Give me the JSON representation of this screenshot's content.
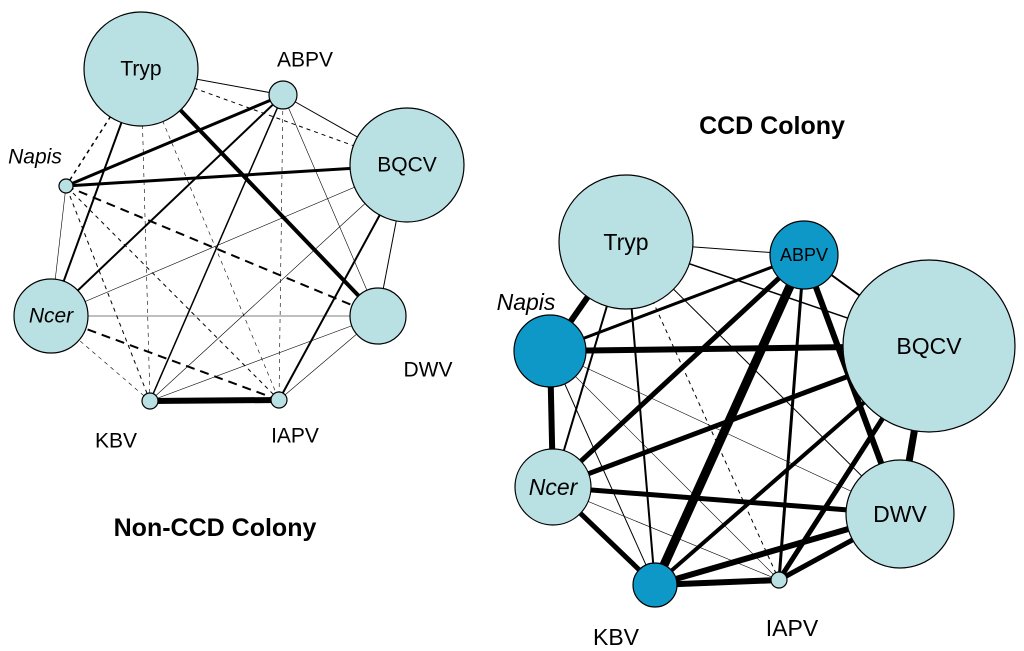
{
  "colors": {
    "light_node": "#b9e0e3",
    "dark_node": "#0e98c8",
    "edge": "#000000"
  },
  "networks": [
    {
      "id": "non-ccd",
      "title": "Non-CCD Colony",
      "nodes": [
        {
          "id": "Tryp",
          "label": "Tryp",
          "italic": false,
          "label_inside": true,
          "fill": "light"
        },
        {
          "id": "ABPV",
          "label": "ABPV",
          "italic": false,
          "label_inside": false,
          "fill": "light"
        },
        {
          "id": "BQCV",
          "label": "BQCV",
          "italic": false,
          "label_inside": true,
          "fill": "light"
        },
        {
          "id": "DWV",
          "label": "DWV",
          "italic": false,
          "label_inside": false,
          "fill": "light"
        },
        {
          "id": "IAPV",
          "label": "IAPV",
          "italic": false,
          "label_inside": false,
          "fill": "light"
        },
        {
          "id": "KBV",
          "label": "KBV",
          "italic": false,
          "label_inside": false,
          "fill": "light"
        },
        {
          "id": "Ncer",
          "label": "Ncer",
          "italic": true,
          "label_inside": true,
          "fill": "light"
        },
        {
          "id": "Napis",
          "label": "Napis",
          "italic": true,
          "label_inside": false,
          "fill": "light"
        }
      ],
      "edges": [
        {
          "from": "Tryp",
          "to": "ABPV",
          "weight": 1,
          "style": "solid"
        },
        {
          "from": "Tryp",
          "to": "BQCV",
          "weight": 1,
          "style": "dashed"
        },
        {
          "from": "Tryp",
          "to": "DWV",
          "weight": 4,
          "style": "solid"
        },
        {
          "from": "Tryp",
          "to": "IAPV",
          "weight": 0.5,
          "style": "dashed"
        },
        {
          "from": "Tryp",
          "to": "KBV",
          "weight": 0.5,
          "style": "dashed"
        },
        {
          "from": "Tryp",
          "to": "Ncer",
          "weight": 2,
          "style": "solid"
        },
        {
          "from": "Tryp",
          "to": "Napis",
          "weight": 1.5,
          "style": "dashed"
        },
        {
          "from": "ABPV",
          "to": "BQCV",
          "weight": 1,
          "style": "solid"
        },
        {
          "from": "ABPV",
          "to": "DWV",
          "weight": 0.5,
          "style": "solid"
        },
        {
          "from": "ABPV",
          "to": "IAPV",
          "weight": 0.5,
          "style": "dashed"
        },
        {
          "from": "ABPV",
          "to": "KBV",
          "weight": 1.5,
          "style": "solid"
        },
        {
          "from": "ABPV",
          "to": "Ncer",
          "weight": 2,
          "style": "solid"
        },
        {
          "from": "ABPV",
          "to": "Napis",
          "weight": 3,
          "style": "solid"
        },
        {
          "from": "BQCV",
          "to": "DWV",
          "weight": 1,
          "style": "solid"
        },
        {
          "from": "BQCV",
          "to": "IAPV",
          "weight": 2,
          "style": "solid"
        },
        {
          "from": "BQCV",
          "to": "KBV",
          "weight": 0.5,
          "style": "solid"
        },
        {
          "from": "BQCV",
          "to": "Ncer",
          "weight": 0.5,
          "style": "solid"
        },
        {
          "from": "BQCV",
          "to": "Napis",
          "weight": 3,
          "style": "solid"
        },
        {
          "from": "DWV",
          "to": "IAPV",
          "weight": 0.5,
          "style": "solid"
        },
        {
          "from": "DWV",
          "to": "KBV",
          "weight": 0.3,
          "style": "solid"
        },
        {
          "from": "DWV",
          "to": "Ncer",
          "weight": 0.3,
          "style": "solid"
        },
        {
          "from": "DWV",
          "to": "Napis",
          "weight": 2,
          "style": "dashed"
        },
        {
          "from": "IAPV",
          "to": "KBV",
          "weight": 6,
          "style": "solid"
        },
        {
          "from": "IAPV",
          "to": "Ncer",
          "weight": 2,
          "style": "dashed"
        },
        {
          "from": "IAPV",
          "to": "Napis",
          "weight": 1,
          "style": "dashed"
        },
        {
          "from": "KBV",
          "to": "Ncer",
          "weight": 0.5,
          "style": "dashed"
        },
        {
          "from": "KBV",
          "to": "Napis",
          "weight": 1,
          "style": "dashed"
        },
        {
          "from": "Ncer",
          "to": "Napis",
          "weight": 0.5,
          "style": "solid"
        }
      ]
    },
    {
      "id": "ccd",
      "title": "CCD Colony",
      "nodes": [
        {
          "id": "Tryp",
          "label": "Tryp",
          "italic": false,
          "label_inside": true,
          "fill": "light"
        },
        {
          "id": "ABPV",
          "label": "ABPV",
          "italic": false,
          "label_inside": true,
          "fill": "dark"
        },
        {
          "id": "BQCV",
          "label": "BQCV",
          "italic": false,
          "label_inside": true,
          "fill": "light"
        },
        {
          "id": "DWV",
          "label": "DWV",
          "italic": false,
          "label_inside": true,
          "fill": "light"
        },
        {
          "id": "IAPV",
          "label": "IAPV",
          "italic": false,
          "label_inside": false,
          "fill": "light"
        },
        {
          "id": "KBV",
          "label": "KBV",
          "italic": false,
          "label_inside": false,
          "fill": "dark"
        },
        {
          "id": "Ncer",
          "label": "Ncer",
          "italic": true,
          "label_inside": true,
          "fill": "light"
        },
        {
          "id": "Napis",
          "label": "Napis",
          "italic": true,
          "label_inside": false,
          "fill": "dark"
        }
      ],
      "edges": [
        {
          "from": "Tryp",
          "to": "ABPV",
          "weight": 1,
          "style": "solid"
        },
        {
          "from": "Tryp",
          "to": "BQCV",
          "weight": 1.5,
          "style": "solid"
        },
        {
          "from": "Tryp",
          "to": "DWV",
          "weight": 1,
          "style": "solid"
        },
        {
          "from": "Tryp",
          "to": "IAPV",
          "weight": 1,
          "style": "dashed"
        },
        {
          "from": "Tryp",
          "to": "KBV",
          "weight": 2,
          "style": "solid"
        },
        {
          "from": "Tryp",
          "to": "Ncer",
          "weight": 2,
          "style": "solid"
        },
        {
          "from": "Tryp",
          "to": "Napis",
          "weight": 6,
          "style": "solid"
        },
        {
          "from": "ABPV",
          "to": "BQCV",
          "weight": 2,
          "style": "solid"
        },
        {
          "from": "ABPV",
          "to": "DWV",
          "weight": 6,
          "style": "solid"
        },
        {
          "from": "ABPV",
          "to": "IAPV",
          "weight": 3,
          "style": "solid"
        },
        {
          "from": "ABPV",
          "to": "KBV",
          "weight": 9,
          "style": "solid"
        },
        {
          "from": "ABPV",
          "to": "Ncer",
          "weight": 5,
          "style": "solid"
        },
        {
          "from": "ABPV",
          "to": "Napis",
          "weight": 3,
          "style": "solid"
        },
        {
          "from": "BQCV",
          "to": "DWV",
          "weight": 7,
          "style": "solid"
        },
        {
          "from": "BQCV",
          "to": "IAPV",
          "weight": 5,
          "style": "solid"
        },
        {
          "from": "BQCV",
          "to": "KBV",
          "weight": 4,
          "style": "solid"
        },
        {
          "from": "BQCV",
          "to": "Ncer",
          "weight": 5,
          "style": "solid"
        },
        {
          "from": "BQCV",
          "to": "Napis",
          "weight": 6,
          "style": "solid"
        },
        {
          "from": "DWV",
          "to": "IAPV",
          "weight": 5,
          "style": "solid"
        },
        {
          "from": "DWV",
          "to": "KBV",
          "weight": 6,
          "style": "solid"
        },
        {
          "from": "DWV",
          "to": "Ncer",
          "weight": 5,
          "style": "solid"
        },
        {
          "from": "DWV",
          "to": "Napis",
          "weight": 0.5,
          "style": "solid"
        },
        {
          "from": "IAPV",
          "to": "KBV",
          "weight": 6,
          "style": "solid"
        },
        {
          "from": "IAPV",
          "to": "Ncer",
          "weight": 0.5,
          "style": "solid"
        },
        {
          "from": "IAPV",
          "to": "Napis",
          "weight": 0.5,
          "style": "solid"
        },
        {
          "from": "KBV",
          "to": "Ncer",
          "weight": 5,
          "style": "solid"
        },
        {
          "from": "KBV",
          "to": "Napis",
          "weight": 1,
          "style": "solid"
        },
        {
          "from": "Ncer",
          "to": "Napis",
          "weight": 6,
          "style": "solid"
        }
      ]
    }
  ]
}
